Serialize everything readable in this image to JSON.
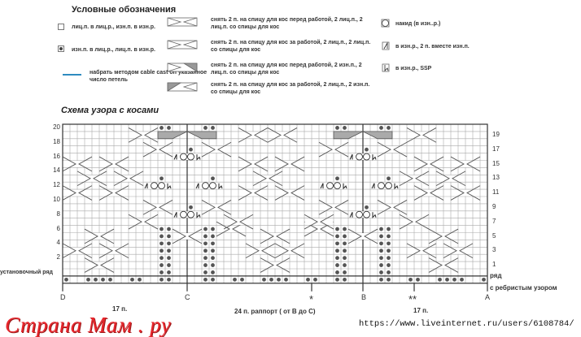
{
  "legend": {
    "title": "Условные обозначения",
    "items": [
      {
        "icon": "empty-square-icon",
        "text": "лиц.п. в лиц.р., изн.п. в изн.р."
      },
      {
        "icon": "dot-square-icon",
        "text": "изн.п. в лиц.р., лиц.п. в изн.р."
      },
      {
        "icon": "blue-line-icon",
        "text": "набрать методом cable cast on указанное число петель",
        "color": "#2e8bc0"
      },
      {
        "icon": "cable-front-icon",
        "text": "снять 2 п. на спицу для кос перед работой, 2 лиц.п., 2 лиц.п. со спицы для кос"
      },
      {
        "icon": "cable-back-icon",
        "text": "снять 2 п. на спицу для кос за работой, 2 лиц.п., 2 лиц.п. со спицы для кос"
      },
      {
        "icon": "cable-front-purl-icon",
        "text": "снять 2 п. на спицу для кос перед работой, 2 изн.п., 2 лиц.п. со спицы для кос"
      },
      {
        "icon": "cable-back-purl-icon",
        "text": "снять 2 п. на спицу для кос за работой, 2 лиц.п., 2 изн.п. со спицы для кос"
      },
      {
        "icon": "yarn-over-icon",
        "text": "накид (в изн..р.)"
      },
      {
        "icon": "p2tog-icon",
        "text": "в изн.р., 2 п. вместе изн.п."
      },
      {
        "icon": "ssp-icon",
        "text": "в изн.р., SSP"
      }
    ]
  },
  "chart": {
    "title": "Схема узора с косами",
    "left_rows": [
      "20",
      "18",
      "16",
      "14",
      "12",
      "10",
      "8",
      "6",
      "4",
      "2"
    ],
    "right_rows": [
      "19",
      "17",
      "15",
      "13",
      "11",
      "9",
      "7",
      "5",
      "3",
      "1"
    ],
    "setup_row_label": "установочный ряд",
    "rib_row_label_1": "ряд",
    "rib_row_label_2": "с ребристым узором",
    "markers": {
      "D": "D",
      "C": "C",
      "star1": "*",
      "B": "B",
      "star2": "**",
      "A": "A"
    },
    "span_left": "17 п.",
    "span_repeat": "24 п. раппорт ( от В до С)",
    "span_right": "17 п.",
    "stitches": 58,
    "rows": 20,
    "rib_purls": [
      0,
      3,
      4,
      5,
      6,
      9,
      10,
      13,
      14,
      19,
      20,
      23,
      24,
      27,
      28,
      29,
      30,
      33,
      34,
      37,
      38,
      43,
      44,
      47,
      48,
      51,
      52,
      53,
      54,
      57
    ],
    "purl_columns": [
      13,
      14,
      19,
      20,
      37,
      38,
      43,
      44
    ],
    "purl_column_rows": [
      1,
      2,
      3,
      4,
      5,
      6
    ],
    "row20_purls": [
      13,
      14,
      19,
      20,
      37,
      38,
      43,
      44
    ],
    "wedges_row19": [
      {
        "c": 13,
        "dir": "L"
      },
      {
        "c": 19,
        "dir": "R"
      },
      {
        "c": 37,
        "dir": "L"
      },
      {
        "c": 43,
        "dir": "R"
      }
    ],
    "yo_groups": [
      {
        "r": 8,
        "c": 15
      },
      {
        "r": 16,
        "c": 15
      },
      {
        "r": 12,
        "c": 11
      },
      {
        "r": 12,
        "c": 18
      },
      {
        "r": 8,
        "c": 39
      },
      {
        "r": 16,
        "c": 39
      },
      {
        "r": 12,
        "c": 35
      },
      {
        "r": 12,
        "c": 42
      }
    ],
    "cables": [
      {
        "r": 1,
        "c": 3
      },
      {
        "r": 3,
        "c": 0
      },
      {
        "r": 3,
        "c": 5
      },
      {
        "r": 5,
        "c": 3
      },
      {
        "r": 1,
        "c": 50
      },
      {
        "r": 3,
        "c": 47
      },
      {
        "r": 3,
        "c": 52
      },
      {
        "r": 5,
        "c": 50
      },
      {
        "r": 1,
        "c": 27
      },
      {
        "r": 3,
        "c": 25
      },
      {
        "r": 3,
        "c": 29
      },
      {
        "r": 5,
        "c": 27
      },
      {
        "r": 5,
        "c": 15
      },
      {
        "r": 5,
        "c": 39
      },
      {
        "r": 6,
        "c": 21
      },
      {
        "r": 6,
        "c": 33
      },
      {
        "r": 7,
        "c": 9
      },
      {
        "r": 7,
        "c": 22
      },
      {
        "r": 7,
        "c": 33
      },
      {
        "r": 7,
        "c": 46
      },
      {
        "r": 9,
        "c": 11
      },
      {
        "r": 9,
        "c": 19
      },
      {
        "r": 9,
        "c": 35
      },
      {
        "r": 9,
        "c": 43
      },
      {
        "r": 11,
        "c": 0
      },
      {
        "r": 11,
        "c": 5
      },
      {
        "r": 11,
        "c": 24
      },
      {
        "r": 11,
        "c": 29
      },
      {
        "r": 11,
        "c": 48
      },
      {
        "r": 11,
        "c": 53
      },
      {
        "r": 13,
        "c": 2
      },
      {
        "r": 13,
        "c": 7
      },
      {
        "r": 13,
        "c": 26
      },
      {
        "r": 13,
        "c": 46
      },
      {
        "r": 13,
        "c": 51
      },
      {
        "r": 15,
        "c": 0
      },
      {
        "r": 15,
        "c": 5
      },
      {
        "r": 15,
        "c": 24
      },
      {
        "r": 15,
        "c": 29
      },
      {
        "r": 15,
        "c": 48
      },
      {
        "r": 15,
        "c": 53
      },
      {
        "r": 17,
        "c": 11
      },
      {
        "r": 17,
        "c": 19
      },
      {
        "r": 17,
        "c": 35
      },
      {
        "r": 17,
        "c": 43
      },
      {
        "r": 19,
        "c": 9
      },
      {
        "r": 19,
        "c": 24
      },
      {
        "r": 19,
        "c": 28
      },
      {
        "r": 19,
        "c": 47
      }
    ]
  },
  "watermark": "Страна Мам . ру",
  "url": "https://www.liveinternet.ru/users/6108784/"
}
